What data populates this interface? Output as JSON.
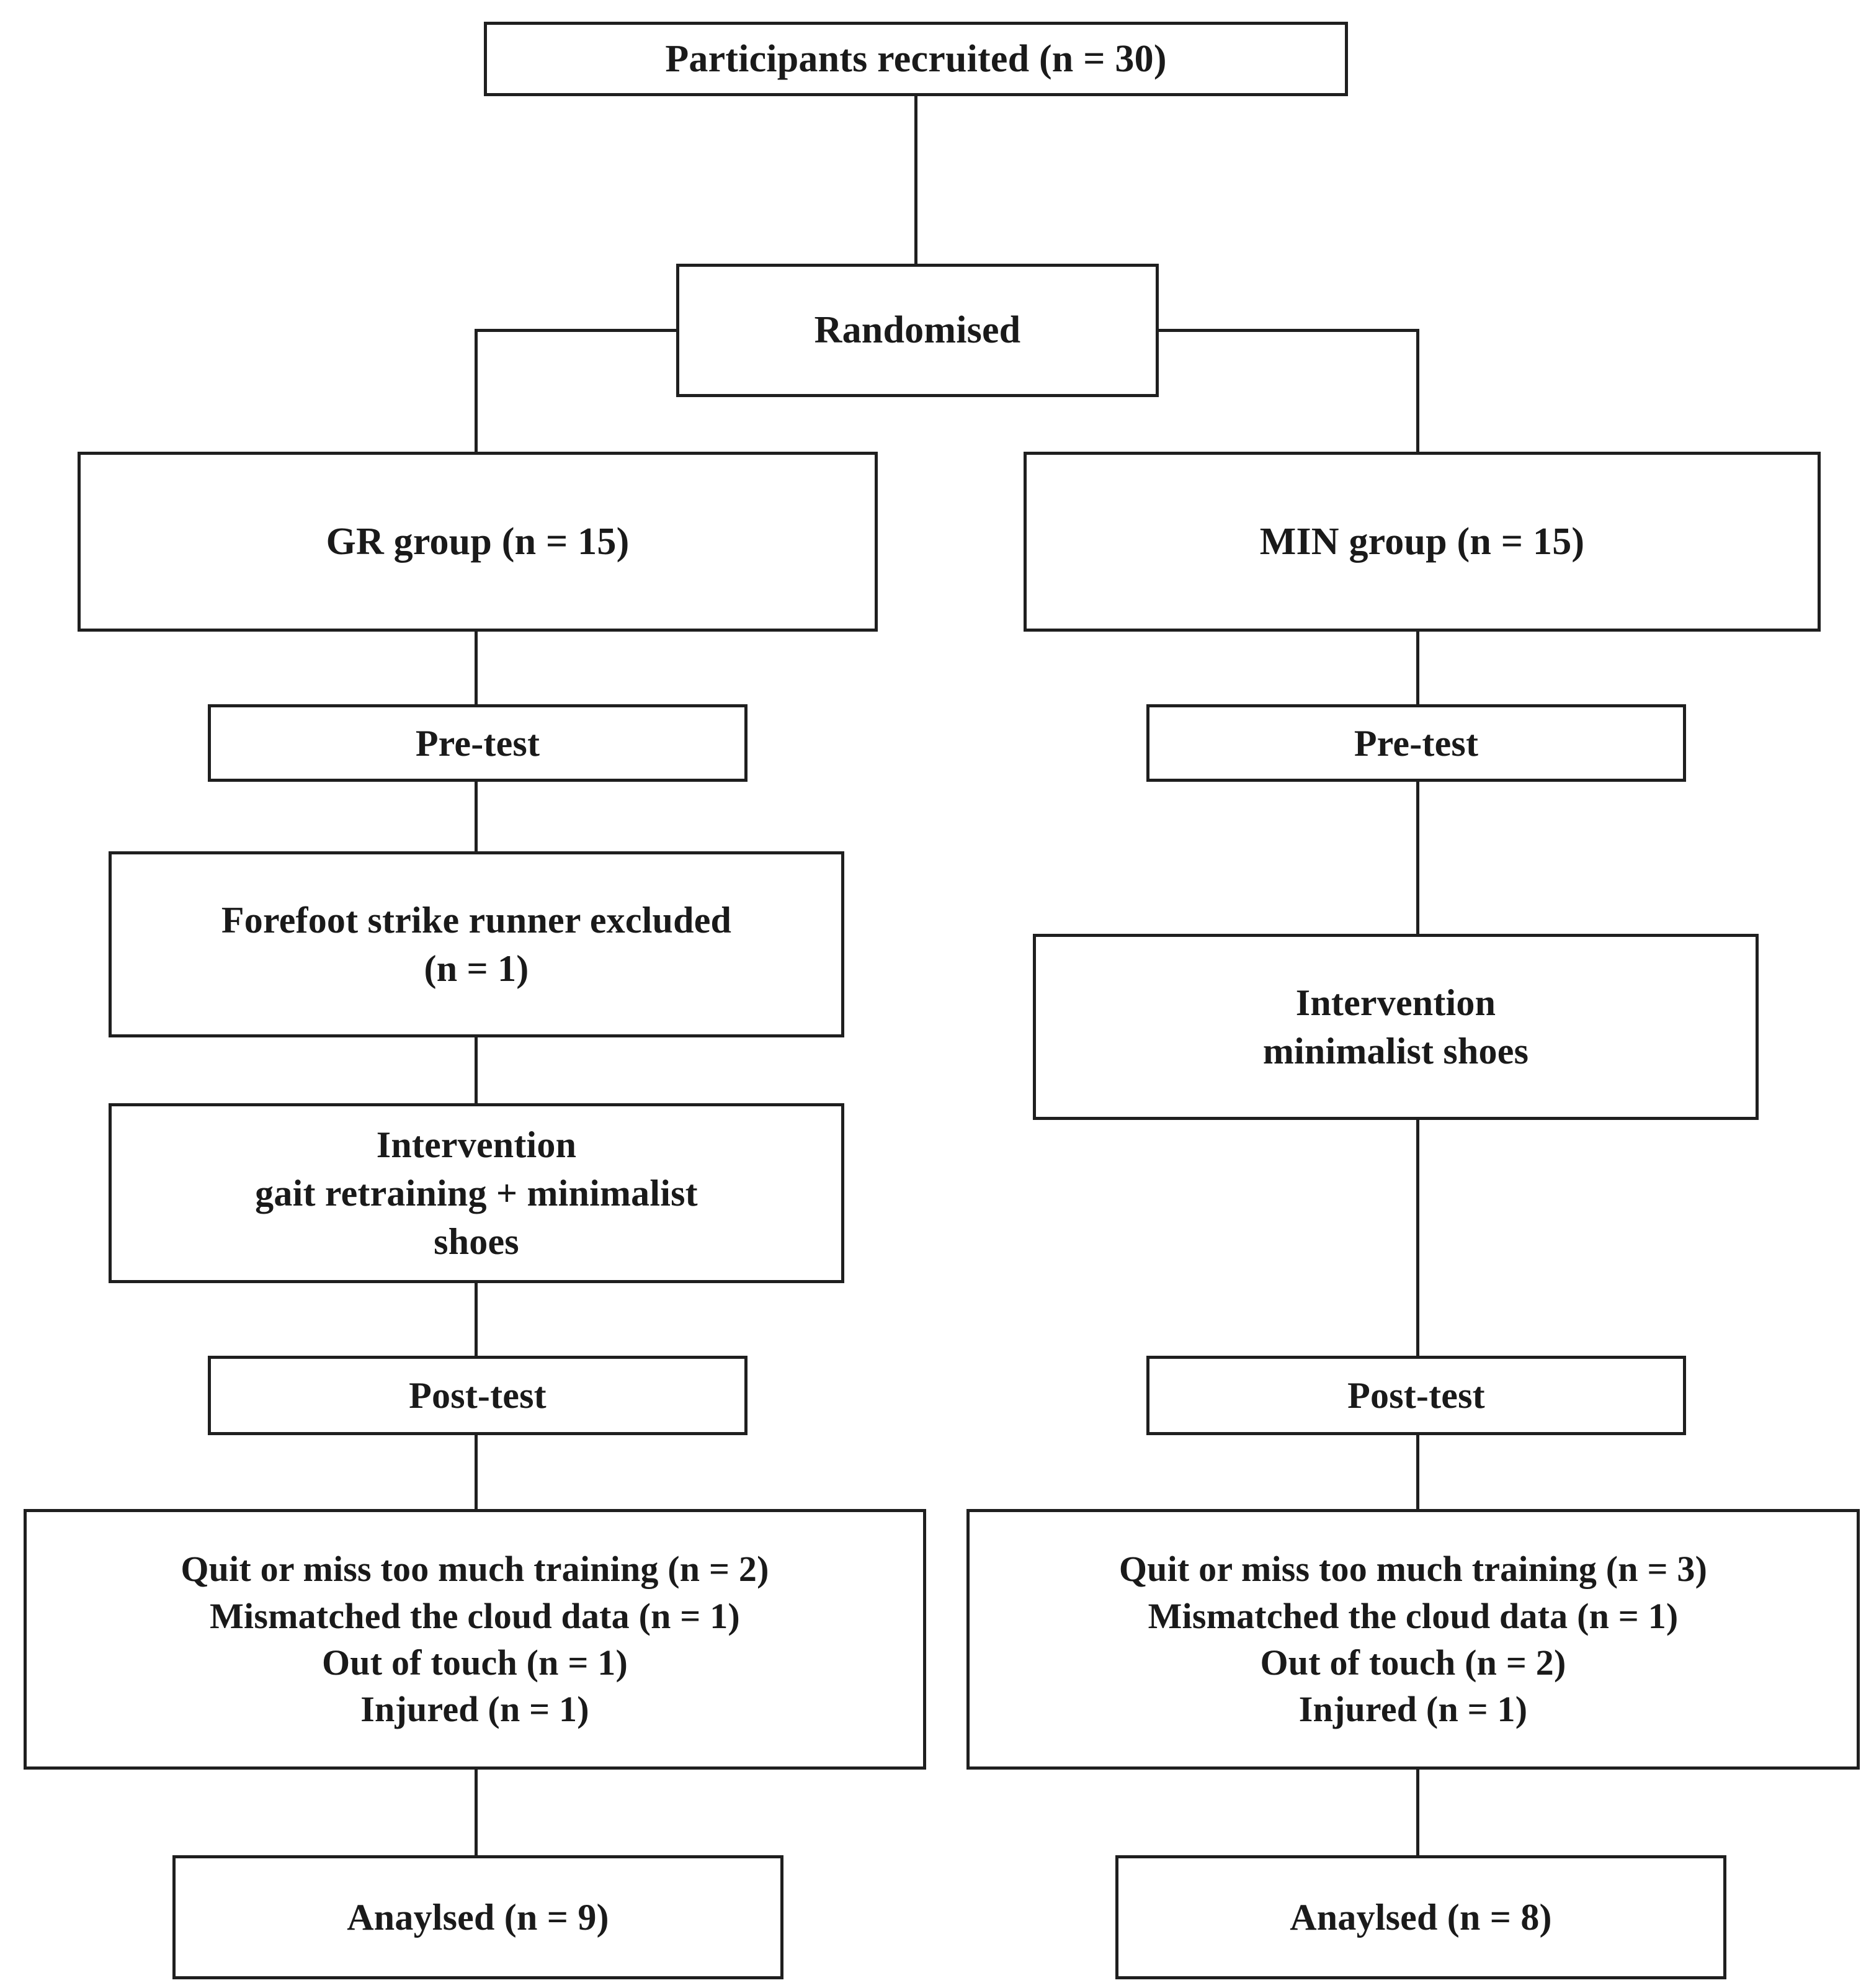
{
  "diagram": {
    "title": "CONSORT-style participant flow diagram",
    "line_color": "#1f1f1f",
    "background": "#ffffff"
  },
  "nodes": {
    "recruited": "Participants recruited (n = 30)",
    "randomised": "Randomised",
    "gr_group": "GR group (n = 15)",
    "min_group": "MIN group (n = 15)",
    "gr_pretest": "Pre-test",
    "min_pretest": "Pre-test",
    "gr_excluded": "Forefoot strike runner excluded\n(n = 1)",
    "gr_intervention": "Intervention\ngait retraining + minimalist\nshoes",
    "min_intervention": "Intervention\nminimalist shoes",
    "gr_posttest": "Post-test",
    "min_posttest": "Post-test",
    "gr_dropout": "Quit or miss too much training (n = 2)\nMismatched the cloud data (n = 1)\nOut of touch (n = 1)\nInjured (n = 1)",
    "min_dropout": "Quit or miss too much training (n = 3)\nMismatched the cloud data (n = 1)\nOut of touch  (n = 2)\nInjured (n = 1)",
    "gr_analysed": "Anaylsed (n = 9)",
    "min_analysed": "Anaylsed (n = 8)"
  },
  "chart_data": {
    "type": "table",
    "title": "Participant flow",
    "categories": [
      "Participants recruited",
      "GR group allocated",
      "MIN group allocated",
      "GR forefoot strike runner excluded",
      "GR quit or miss too much training",
      "GR mismatched the cloud data",
      "GR out of touch",
      "GR injured",
      "GR analysed",
      "MIN quit or miss too much training",
      "MIN mismatched the cloud data",
      "MIN out of touch",
      "MIN injured",
      "MIN analysed"
    ],
    "values": [
      30,
      15,
      15,
      1,
      2,
      1,
      1,
      1,
      9,
      3,
      1,
      2,
      1,
      8
    ]
  }
}
